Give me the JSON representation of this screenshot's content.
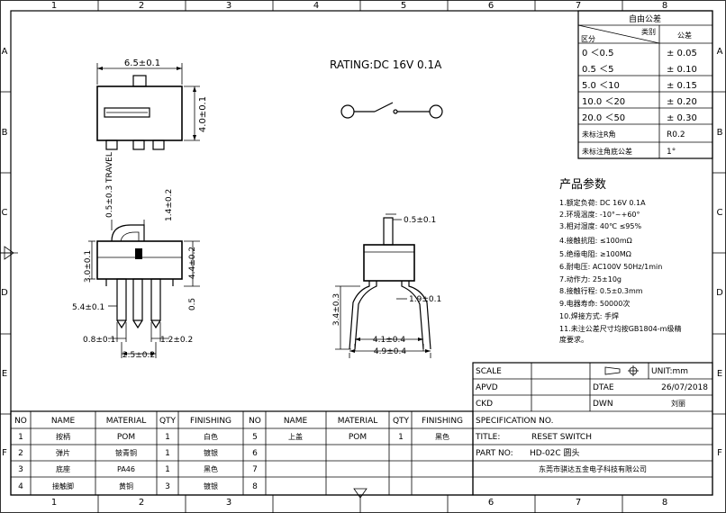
{
  "drawing": {
    "grid_cols": [
      "1",
      "2",
      "3",
      "4",
      "5",
      "6",
      "7",
      "8"
    ],
    "grid_rows": [
      "A",
      "B",
      "C",
      "D",
      "E",
      "F"
    ],
    "rating": "RATING:DC  16V  0.1A",
    "dims": {
      "width_top": "6.5±0.1",
      "height_right": "4.0±0.1",
      "travel": "0.5±0.3  TRAVEL",
      "d14": "1.4±0.2",
      "d30": "3.0±0.1",
      "d44": "4.4±0.2",
      "d05": "0.5",
      "d54": "5.4±0.1",
      "d08": "0.8±0.1",
      "d12": "1.2±0.2",
      "d25": "2.5±0.2",
      "d05b": "0.5±0.1",
      "d19": "1.9±0.1",
      "d34": "3.4±0.3",
      "d41": "4.1±0.4",
      "d49": "4.9±0.4"
    }
  },
  "tolerance_table": {
    "title": "自由公差",
    "header_left_top": "类别",
    "header_left_bottom": "区分",
    "header_right": "公差",
    "rows": [
      {
        "range": "0    ＜0.5",
        "tol": "± 0.05"
      },
      {
        "range": "0.5   ＜5",
        "tol": "± 0.10"
      },
      {
        "range": "5.0   ＜10",
        "tol": "± 0.15"
      },
      {
        "range": "10.0  ＜20",
        "tol": "± 0.20"
      },
      {
        "range": "20.0  ＜50",
        "tol": "± 0.30"
      },
      {
        "range": "未标注R角",
        "tol": "R0.2"
      },
      {
        "range": "未标注角底公差",
        "tol": "1°"
      }
    ]
  },
  "params": {
    "title": "产品参数",
    "items": [
      "1.额定负荷:    DC  16V  0.1A",
      "2.环境温度:    -10°~+60°",
      "3.相对湿度:    40℃  ≤95%",
      "4.接触抗阻:    ≤100mΩ",
      "5.绝缘电阻:    ≥100MΩ",
      "6.耐电压:       AC100V 50Hz/1min",
      "7.动作力:       25±10g",
      "8.接触行程:    0.5±0.3mm",
      "9.电器寿命:    50000次",
      "10.焊接方式:   手焊",
      "11.未注公差尺寸均按GB1804-m级精",
      "度要求。"
    ]
  },
  "title_block": {
    "scale": "SCALE",
    "unit": "UNIT:mm",
    "apvd": "APVD",
    "date_label": "DTAE",
    "date": "26/07/2018",
    "ckd": "CKD",
    "dwn": "DWN",
    "drawer": "刘丽",
    "spec": "SPECIFICATION NO.",
    "title_label": "TITLE:",
    "title_value": "RESET SWITCH",
    "part_label": "PART NO:",
    "part_value": "HD-02C  圆头",
    "company": "东莞市骐达五金电子科技有限公司"
  },
  "bom": {
    "headers": [
      "NO",
      "NAME",
      "MATERIAL",
      "QTY",
      "FINISHING",
      "NO",
      "NAME",
      "MATERIAL",
      "QTY",
      "FINISHING"
    ],
    "rows": [
      [
        "1",
        "按柄",
        "POM",
        "1",
        "白色",
        "5",
        "上盖",
        "POM",
        "1",
        "黑色"
      ],
      [
        "2",
        "弹片",
        "铍青铜",
        "1",
        "镀银",
        "6",
        "",
        "",
        "",
        ""
      ],
      [
        "3",
        "底座",
        "PA46",
        "1",
        "黑色",
        "7",
        "",
        "",
        "",
        ""
      ],
      [
        "4",
        "接触脚",
        "黄铜",
        "3",
        "镀银",
        "8",
        "",
        "",
        "",
        ""
      ]
    ]
  }
}
